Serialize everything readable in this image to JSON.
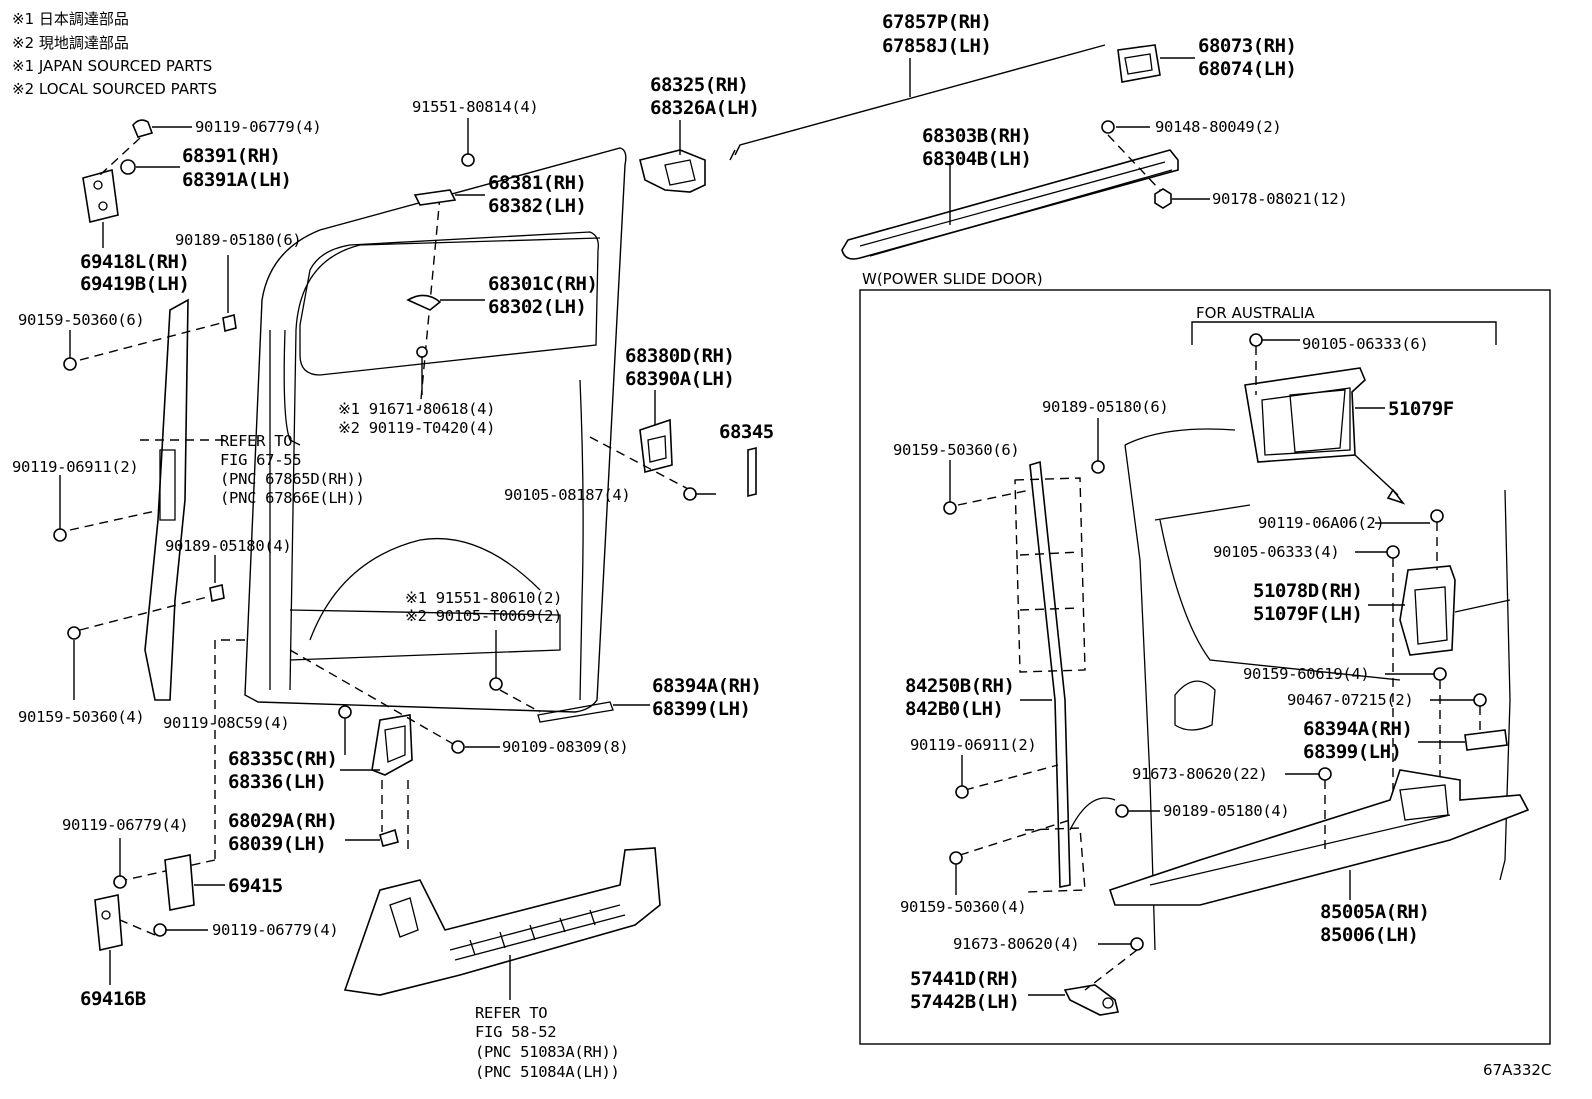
{
  "notes": [
    "※1  日本調達部品",
    "※2  現地調達部品",
    "※1  JAPAN SOURCED PARTS",
    "※2  LOCAL SOURCED PARTS"
  ],
  "box_title": "W(POWER SLIDE DOOR)",
  "australia_label": "FOR AUSTRALIA",
  "figure_code": "67A332C",
  "labels": {
    "l67857": "67857P(RH)",
    "l67858": "67858J(LH)",
    "l68073": "68073(RH)",
    "l68074": "68074(LH)",
    "l68325": "68325(RH)",
    "l68326": "68326A(LH)",
    "l90148": "90148-80049(2)",
    "l68303": "68303B(RH)",
    "l68304": "68304B(LH)",
    "l90178": "90178-08021(12)",
    "l91551a": "91551-80814(4)",
    "l90119a": "90119-06779(4)",
    "l68391": "68391(RH)",
    "l68391a": "68391A(LH)",
    "l68381": "68381(RH)",
    "l68382": "68382(LH)",
    "l90189a": "90189-05180(6)",
    "l69418": "69418L(RH)",
    "l69419": "69419B(LH)",
    "l68301": "68301C(RH)",
    "l68302": "68302(LH)",
    "l90159a": "90159-50360(6)",
    "l91671": "※1 91671-80618(4)",
    "l90119t": "※2 90119-T0420(4)",
    "l68380": "68380D(RH)",
    "l68390": "68390A(LH)",
    "l68345": "68345",
    "refer1a": "REFER TO",
    "refer1b": "FIG 67-55",
    "refer1c": "(PNC 67865D(RH))",
    "refer1d": "(PNC 67866E(LH))",
    "l90119b": "90119-06911(2)",
    "l90105a": "90105-08187(4)",
    "l90189b": "90189-05180(4)",
    "l91551b": "※1 91551-80610(2)",
    "l90105t": "※2 90105-T0069(2)",
    "l68394": "68394A(RH)",
    "l68399": "68399(LH)",
    "l90159b": "90159-50360(4)",
    "l90119c": "90119-08C59(4)",
    "l90109": "90109-08309(8)",
    "l68335": "68335C(RH)",
    "l68336": "68336(LH)",
    "l68029": "68029A(RH)",
    "l68039": "68039(LH)",
    "l90119d": "90119-06779(4)",
    "l69415": "69415",
    "l90119e": "90119-06779(4)",
    "l69416": "69416B",
    "refer2a": "REFER TO",
    "refer2b": "FIG 58-52",
    "refer2c": "(PNC 51083A(RH))",
    "refer2d": "(PNC 51084A(LH))",
    "r90105a": "90105-06333(6)",
    "r51079": "51079F",
    "r90189": "90189-05180(6)",
    "r90159a": "90159-50360(6)",
    "r90119a": "90119-06A06(2)",
    "r90105b": "90105-06333(4)",
    "r51078": "51078D(RH)",
    "r51079f": "51079F(LH)",
    "r90159b": "90159-60619(4)",
    "r84250": "84250B(RH)",
    "r84280": "842B0(LH)",
    "r90467": "90467-07215(2)",
    "r68394": "68394A(RH)",
    "r68399": "68399(LH)",
    "r90119b": "90119-06911(2)",
    "r91673a": "91673-80620(22)",
    "r90189b": "90189-05180(4)",
    "r85005": "85005A(RH)",
    "r85006": "85006(LH)",
    "r90159c": "90159-50360(4)",
    "r91673b": "91673-80620(4)",
    "r57441": "57441D(RH)",
    "r57442": "57442B(LH)"
  }
}
